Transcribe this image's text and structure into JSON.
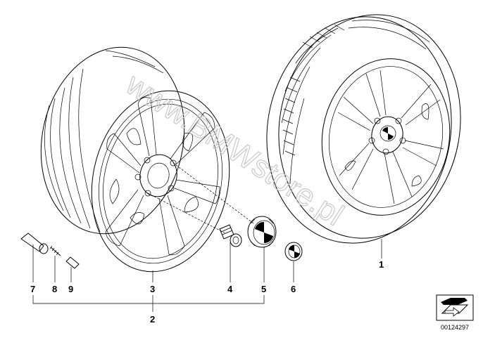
{
  "watermark": "www.BMWstore.pl",
  "drawing_number": "00124297",
  "callouts": {
    "c1": "1",
    "c2": "2",
    "c3": "3",
    "c4": "4",
    "c5": "5",
    "c6": "6",
    "c7": "7",
    "c8": "8",
    "c9": "9"
  },
  "icons": {
    "rim": "alloy-rim-drawing",
    "wheel": "complete-wheel-tire-drawing",
    "bolt": "wheel-bolt-drawing",
    "hub_cap": "hub-cap-emblem-drawing",
    "emblem": "emblem-drawing",
    "valve": "tire-valve-drawing",
    "nav": "page-arrow-icon"
  }
}
